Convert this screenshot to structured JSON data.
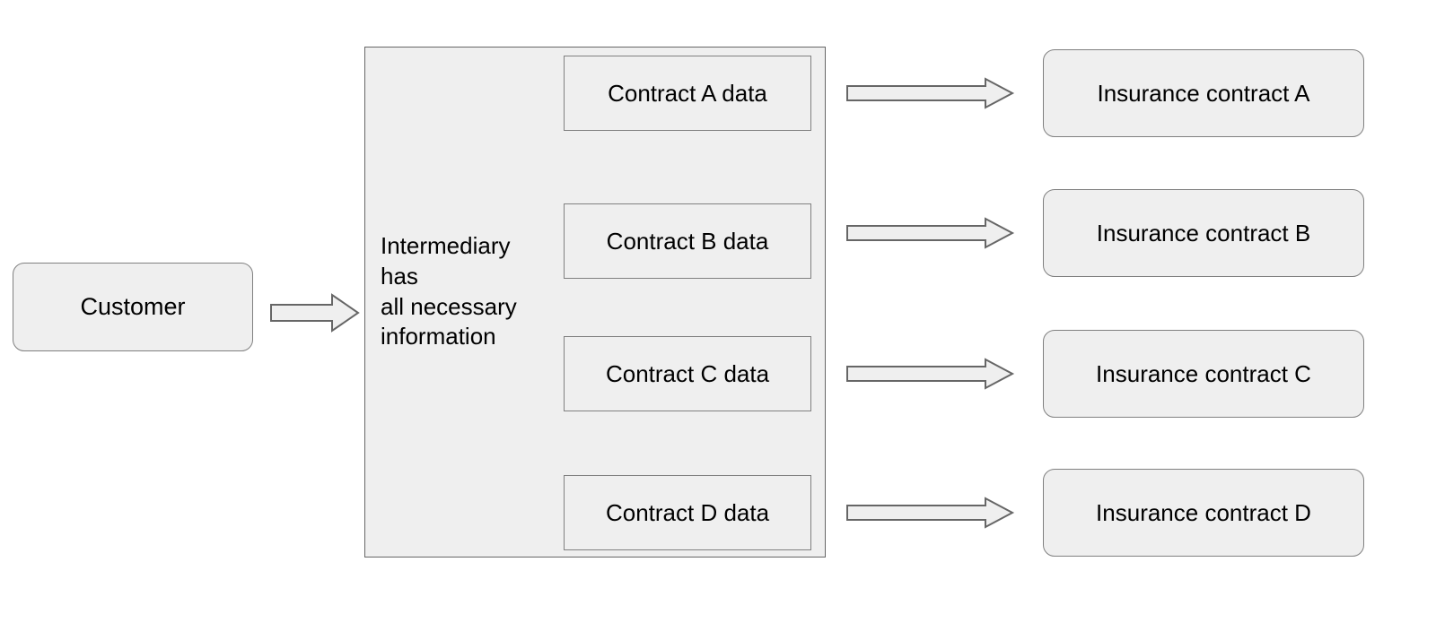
{
  "diagram": {
    "title": "Intermediary holds all contract data and distributes to insurance contracts",
    "colors": {
      "shape_fill": "#efefef",
      "shape_stroke": "#808080",
      "container_stroke": "#666666",
      "text": "#000000",
      "background": "#ffffff"
    }
  },
  "customer": {
    "label": "Customer"
  },
  "customer_arrow": {
    "label": "arrow-customer-to-intermediary"
  },
  "intermediary": {
    "label": "Intermediary\nhas\nall necessary\ninformation",
    "contract_data": [
      {
        "label": "Contract A data"
      },
      {
        "label": "Contract B data"
      },
      {
        "label": "Contract C data"
      },
      {
        "label": "Contract D data"
      }
    ]
  },
  "flow_arrows": [
    {
      "label": "arrow-contract-a"
    },
    {
      "label": "arrow-contract-b"
    },
    {
      "label": "arrow-contract-c"
    },
    {
      "label": "arrow-contract-d"
    }
  ],
  "insurance_contracts": [
    {
      "label": "Insurance contract A"
    },
    {
      "label": "Insurance contract B"
    },
    {
      "label": "Insurance contract C"
    },
    {
      "label": "Insurance contract D"
    }
  ]
}
